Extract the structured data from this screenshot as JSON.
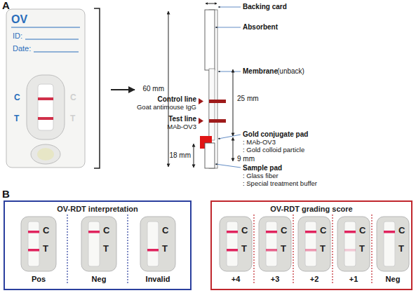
{
  "diagram": {
    "nodes": [
      {
        "text": [
          "OV",
          "ID:",
          "Date:",
          "C",
          "T",
          "C",
          "T"
        ]
      },
      {
        "text": [
          "OV-RDT interpretation"
        ]
      },
      {
        "text": [
          "C",
          "T",
          "Pos"
        ],
        "in": 1
      },
      {
        "text": [
          "C",
          "T",
          "Neg"
        ],
        "in": 1
      },
      {
        "text": [
          "C",
          "T",
          "Invalid"
        ],
        "in": 1
      },
      {
        "text": [
          "OV-RDT grading score"
        ]
      },
      {
        "text": [
          "C",
          "T",
          "+4"
        ],
        "in": 5
      },
      {
        "text": [
          "C",
          "T",
          "+3"
        ],
        "in": 5
      },
      {
        "text": [
          "C",
          "T",
          "+2"
        ],
        "in": 5
      },
      {
        "text": [
          "C",
          "T",
          "+1"
        ],
        "in": 5
      },
      {
        "text": [
          "C",
          "T",
          "Neg"
        ],
        "in": 5
      }
    ],
    "labels": [
      "A",
      "Backing card",
      "Absorbent",
      "Membrane",
      "(unback)",
      "60 mm",
      "25 mm",
      "Control line",
      "Goat antimouse IgG",
      "Test line",
      "MAb-OV3",
      "Gold conjugate pad",
      ": MAb-OV3",
      ": Gold colloid particle",
      "9 mm",
      "18 mm",
      "Sample pad",
      ": Glass fiber",
      ": Special treatment buffer",
      "B"
    ]
  }
}
